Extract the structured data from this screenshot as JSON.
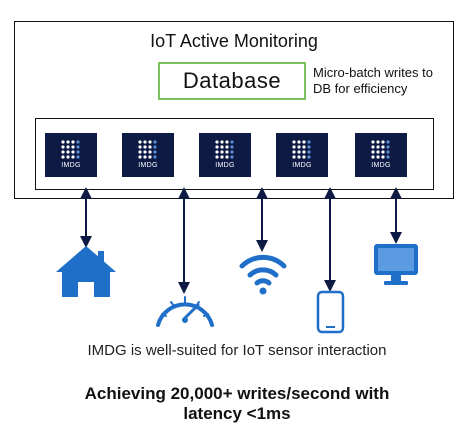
{
  "diagram": {
    "title": "IoT Active Monitoring",
    "database_label": "Database",
    "note_lines": [
      "Micro-batch writes to",
      "DB for efficiency"
    ],
    "nodes": [
      {
        "label": "IMDG"
      },
      {
        "label": "IMDG"
      },
      {
        "label": "IMDG"
      },
      {
        "label": "IMDG"
      },
      {
        "label": "IMDG"
      }
    ],
    "devices": [
      "house-icon",
      "gauge-icon",
      "wifi-icon",
      "smartphone-icon",
      "monitor-icon"
    ],
    "caption": "IMDG is well-suited for IoT sensor interaction",
    "headline_lines": [
      "Achieving 20,000+ writes/second with",
      "latency <1ms"
    ],
    "colors": {
      "accent_blue": "#1f6fc9",
      "node_bg": "#0c1a44",
      "db_border": "#7cc25a"
    }
  }
}
